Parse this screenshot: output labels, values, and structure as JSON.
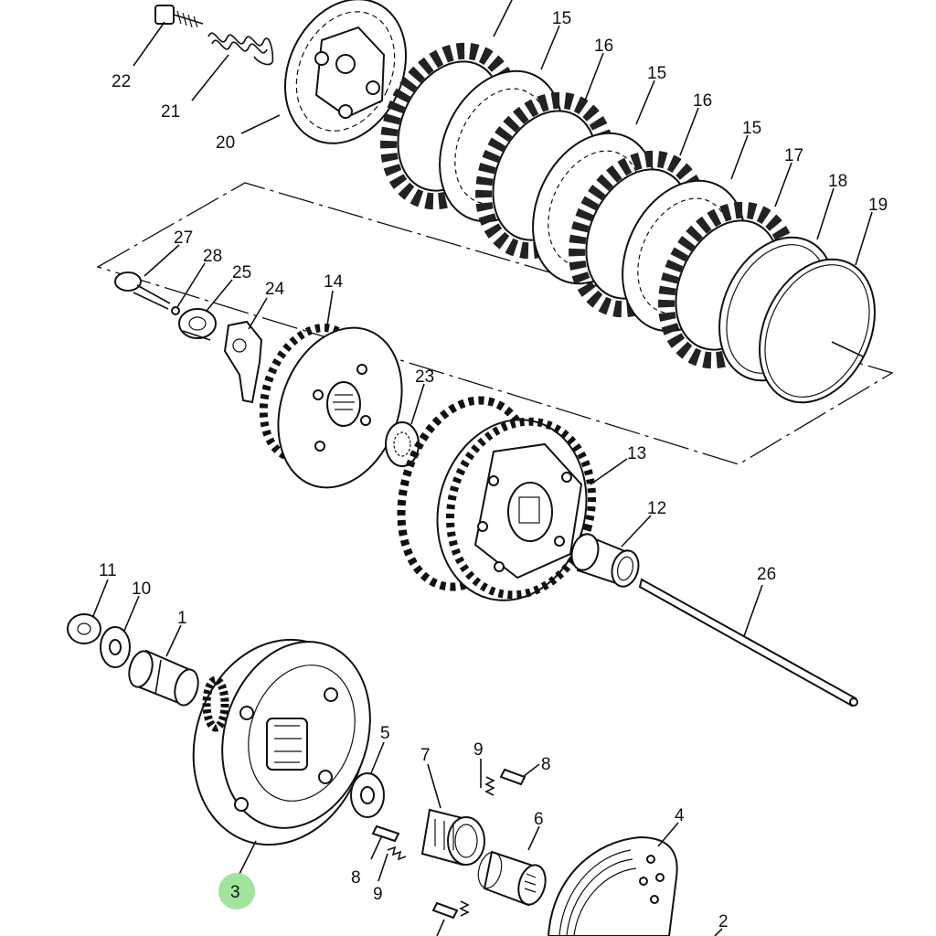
{
  "diagram": {
    "title": "Clutch assembly exploded view",
    "highlight_color": "#8fe08a",
    "line_color": "#111111",
    "highlighted_part": "3",
    "callouts": {
      "c1": "1",
      "c2": "2",
      "c3": "3",
      "c4": "4",
      "c5": "5",
      "c6": "6",
      "c7": "7",
      "c8a": "8",
      "c8b": "8",
      "c9a": "9",
      "c9b": "9",
      "c10": "10",
      "c11": "11",
      "c12": "12",
      "c13": "13",
      "c14": "14",
      "c15a": "15",
      "c15b": "15",
      "c15c": "15",
      "c16a": "16",
      "c16b": "16",
      "c17": "17",
      "c18": "18",
      "c19": "19",
      "c20": "20",
      "c21": "21",
      "c22": "22",
      "c23": "23",
      "c24": "24",
      "c25": "25",
      "c26": "26",
      "c27": "27",
      "c28": "28"
    }
  }
}
